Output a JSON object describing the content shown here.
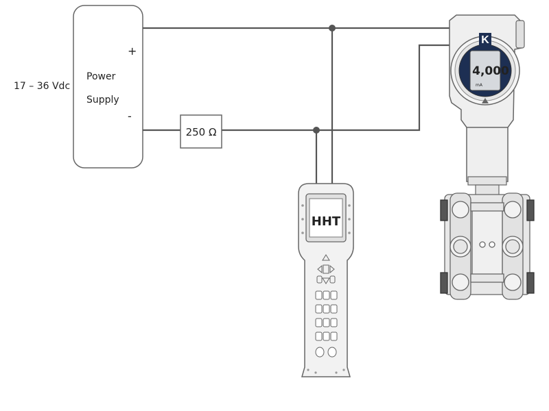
{
  "supply": {
    "voltage": "17 – 36 Vdc",
    "name_line1": "Power",
    "name_line2": "Supply",
    "plus": "+",
    "minus": "-"
  },
  "resistor": {
    "label": "250 Ω"
  },
  "hht": {
    "label": "HHT"
  },
  "transmitter": {
    "display_value": "4,000",
    "display_unit": "mA",
    "logo": "K"
  },
  "colors": {
    "wire": "#555555",
    "outline": "#666666",
    "device_fill": "#efefef",
    "display_bg": "#1d2f53",
    "lcd": "#d6d9dd"
  },
  "icons": [
    "arrow-up-icon",
    "arrow-left-icon",
    "enter-icon",
    "arrow-right-icon",
    "arrow-down-icon"
  ]
}
